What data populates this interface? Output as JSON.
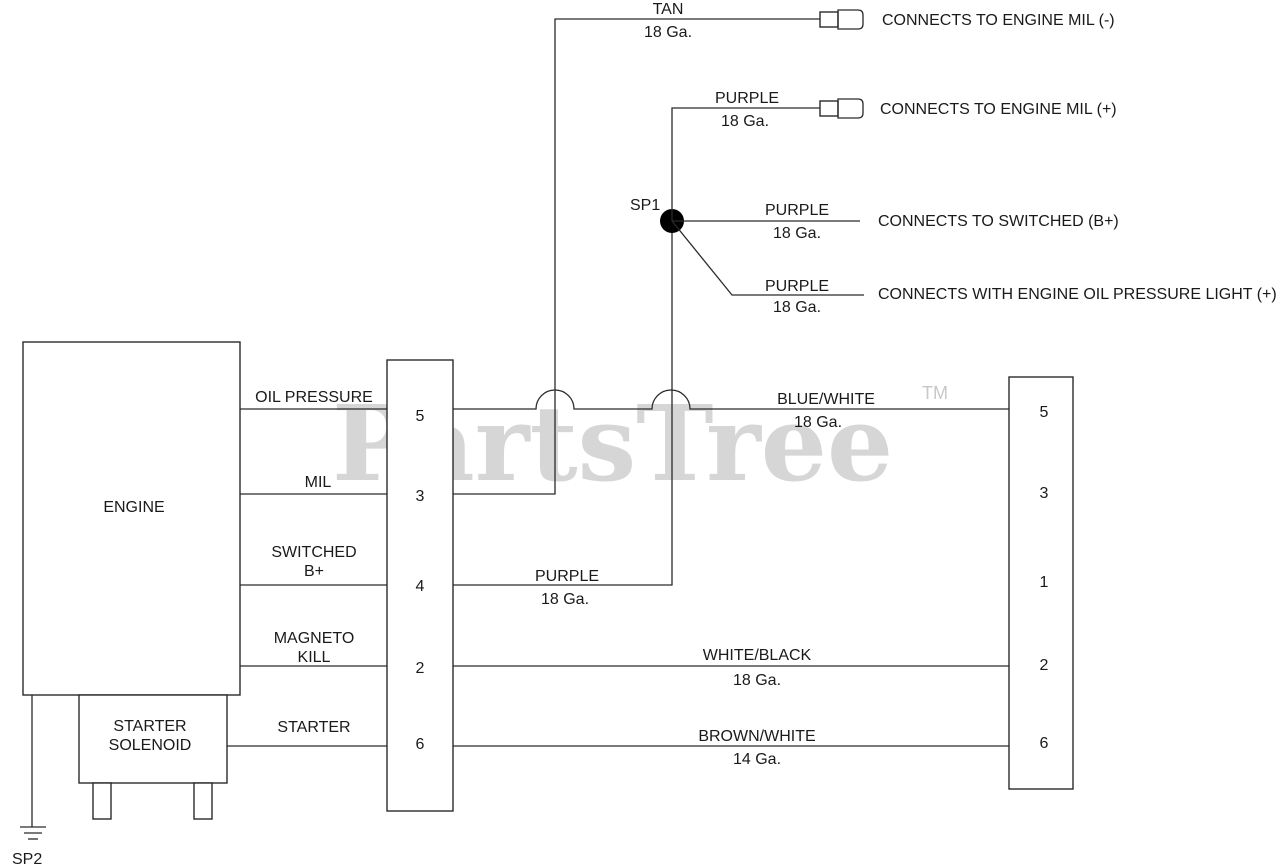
{
  "watermark": {
    "text": "PartsTree",
    "tm": "TM"
  },
  "components": {
    "engine": "ENGINE",
    "starter_solenoid": [
      "STARTER",
      "SOLENOID"
    ],
    "ground_label": "SP2",
    "splice_label": "SP1"
  },
  "engine_signals": {
    "oil_pressure": "OIL PRESSURE",
    "mil": "MIL",
    "switched_b": [
      "SWITCHED",
      "B+"
    ],
    "magneto_kill": [
      "MAGNETO",
      "KILL"
    ],
    "starter": "STARTER"
  },
  "left_connector_pins": [
    "5",
    "3",
    "4",
    "2",
    "6"
  ],
  "right_connector_pins": [
    "5",
    "3",
    "1",
    "2",
    "6"
  ],
  "wires": {
    "tan": {
      "color": "TAN",
      "gauge": "18 Ga."
    },
    "purple_mil": {
      "color": "PURPLE",
      "gauge": "18 Ga."
    },
    "purple_switched": {
      "color": "PURPLE",
      "gauge": "18 Ga."
    },
    "purple_oil_light": {
      "color": "PURPLE",
      "gauge": "18 Ga."
    },
    "purple_pin4": {
      "color": "PURPLE",
      "gauge": "18 Ga."
    },
    "blue_white": {
      "color": "BLUE/WHITE",
      "gauge": "18 Ga."
    },
    "white_black": {
      "color": "WHITE/BLACK",
      "gauge": "18 Ga."
    },
    "brown_white": {
      "color": "BROWN/WHITE",
      "gauge": "14 Ga."
    }
  },
  "connections": {
    "mil_minus": "CONNECTS TO ENGINE MIL (-)",
    "mil_plus": "CONNECTS TO ENGINE MIL (+)",
    "switched_b": "CONNECTS TO SWITCHED (B+)",
    "oil_light": "CONNECTS WITH ENGINE OIL PRESSURE LIGHT (+)"
  },
  "colors": {
    "line": "#2a2a2a",
    "watermark": "#c8c8c8"
  }
}
